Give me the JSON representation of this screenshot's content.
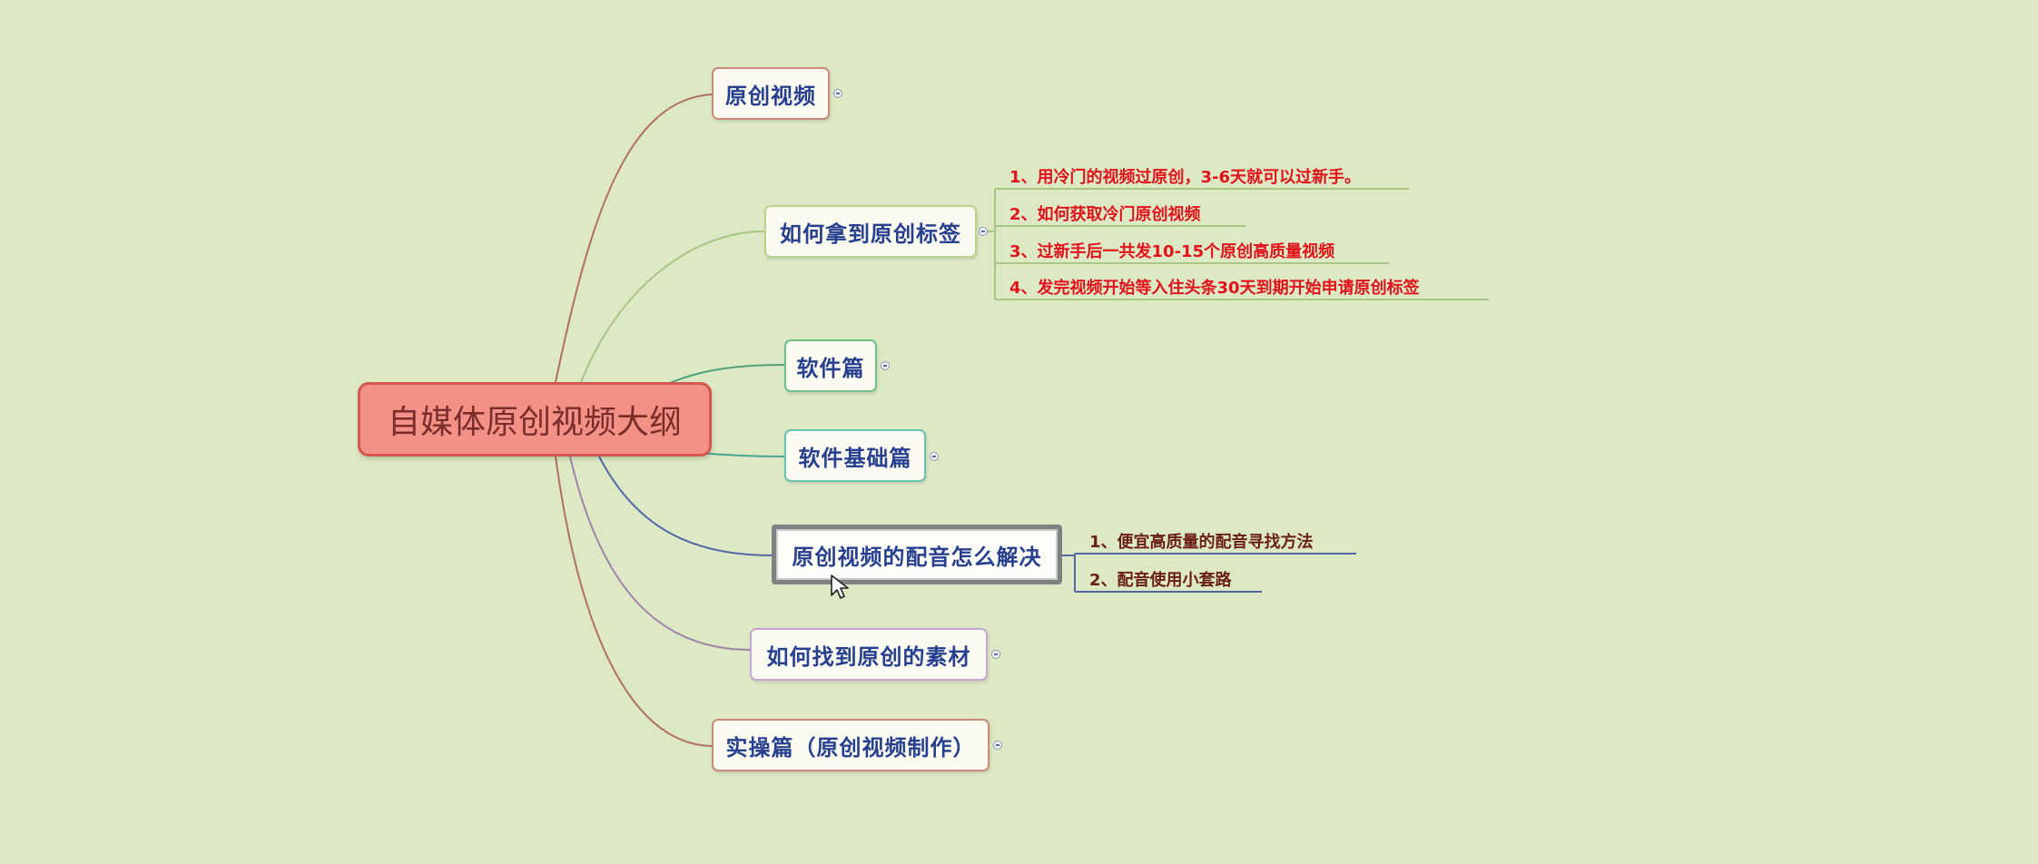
{
  "root": {
    "label": "自媒体原创视频大纲"
  },
  "topics": [
    {
      "id": "t1",
      "label": "原创视频"
    },
    {
      "id": "t2",
      "label": "如何拿到原创标签",
      "subtopics": [
        "1、用冷门的视频过原创，3-6天就可以过新手。",
        "2、如何获取冷门原创视频",
        "3、过新手后一共发10-15个原创高质量视频",
        "4、发完视频开始等入住头条30天到期开始申请原创标签"
      ]
    },
    {
      "id": "t3",
      "label": "软件篇"
    },
    {
      "id": "t4",
      "label": "软件基础篇"
    },
    {
      "id": "t5",
      "label": "原创视频的配音怎么解决",
      "subtopics": [
        "1、便宜高质量的配音寻找方法",
        "2、配音使用小套路"
      ]
    },
    {
      "id": "t6",
      "label": "如何找到原创的素材"
    },
    {
      "id": "t7",
      "label": "实操篇（原创视频制作）"
    }
  ],
  "colors": {
    "background": "#dce9c4",
    "root_fill": "#f39187",
    "topic_text": "#27408f",
    "subtopic_red": "#e3121a",
    "subtopic_dark": "#6b1f14"
  }
}
